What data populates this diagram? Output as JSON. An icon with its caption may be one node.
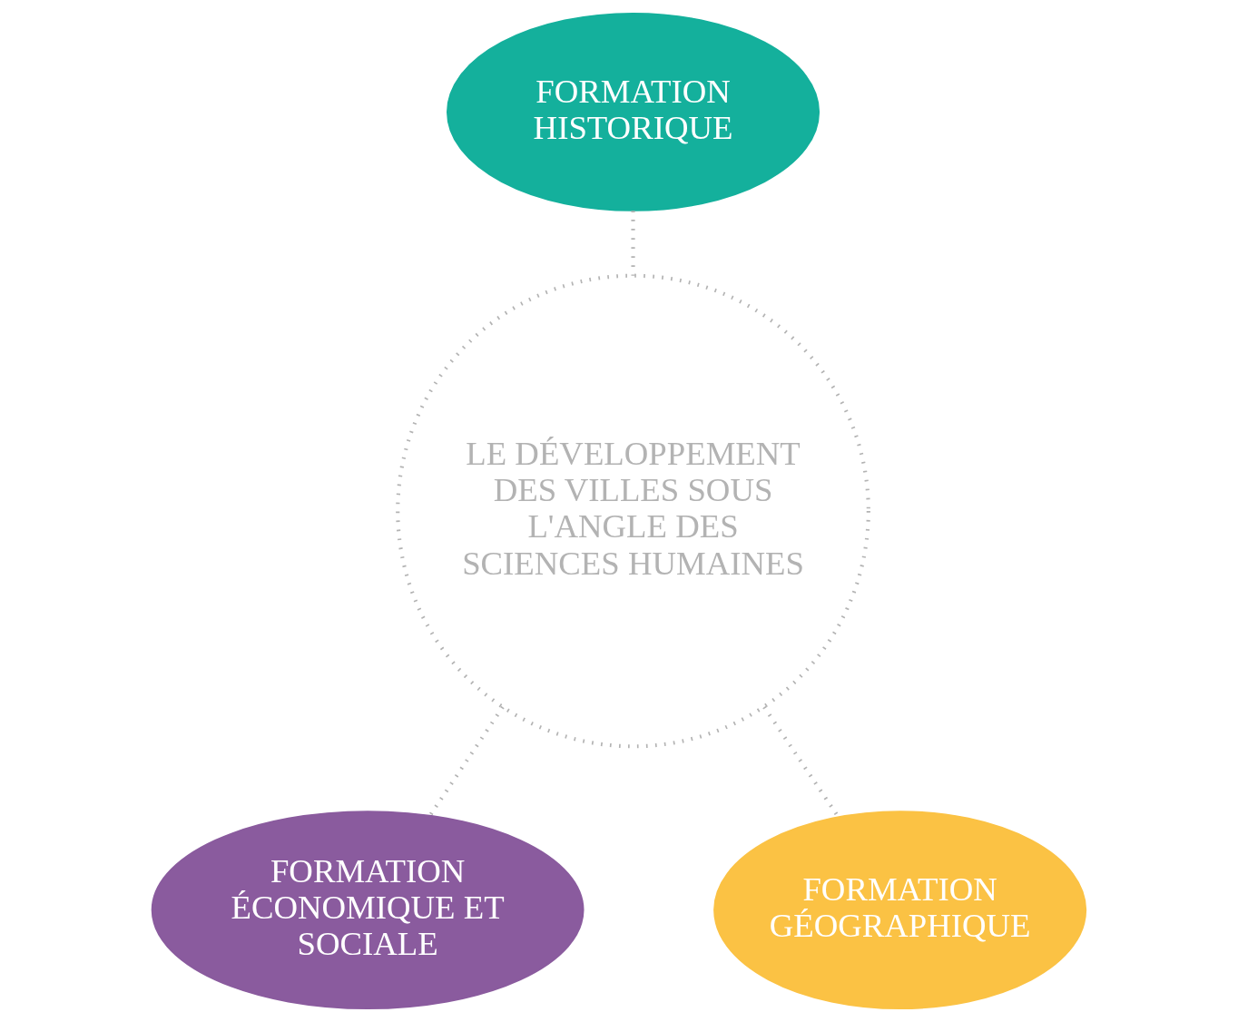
{
  "diagram": {
    "nodes": [
      {
        "text": [
          "FORMATION HISTORIQUE"
        ]
      },
      {
        "text": [
          "LE DÉVELOPPEMENT DES VILLES SOUS L'ANGLE DES SCIENCES HUMAINES"
        ]
      },
      {
        "text": [
          "FORMATION ÉCONOMIQUE ET SOCIALE"
        ]
      },
      {
        "text": [
          "FORMATION GÉOGRAPHIQUE"
        ]
      }
    ],
    "edges": [
      {
        "from": 0,
        "to": 1,
        "arrow": "none",
        "style": "dashed"
      },
      {
        "from": 1,
        "to": 2,
        "arrow": "none",
        "style": "dashed"
      },
      {
        "from": 1,
        "to": 3,
        "arrow": "none",
        "style": "dashed"
      }
    ]
  }
}
